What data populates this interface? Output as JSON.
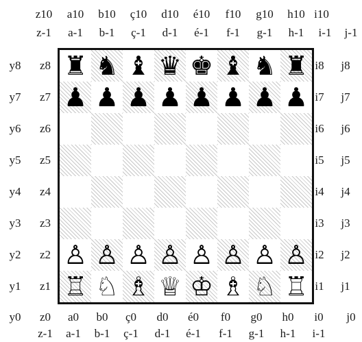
{
  "board": {
    "files_top": [
      "a10",
      "b10",
      "ç10",
      "d10",
      "é10",
      "f10",
      "g10",
      "h10"
    ],
    "top_left_corner": "z10",
    "top_right_corner": "i10",
    "files_top_inner": [
      "a-1",
      "b-1",
      "ç-1",
      "d-1",
      "é-1",
      "f-1",
      "g-1",
      "h-1"
    ],
    "top_inner_left": "z-1",
    "top_inner_right_1": "i-1",
    "top_inner_right_2": "j-1",
    "ranks_outer_left": [
      "y8",
      "y7",
      "y6",
      "y5",
      "y4",
      "y3",
      "y2",
      "y1"
    ],
    "ranks_inner_left": [
      "z8",
      "z7",
      "z6",
      "z5",
      "z4",
      "z3",
      "z2",
      "z1"
    ],
    "ranks_inner_right": [
      "i8",
      "i7",
      "i6",
      "i5",
      "i4",
      "i3",
      "i2",
      "i1"
    ],
    "ranks_outer_right": [
      "j8",
      "j7",
      "j6",
      "j5",
      "j4",
      "j3",
      "j2",
      "j1"
    ],
    "bottom_row": [
      "y0",
      "z0",
      "a0",
      "b0",
      "ç0",
      "d0",
      "é0",
      "f0",
      "g0",
      "h0",
      "i0",
      "j0"
    ],
    "bottom_row2": [
      "z-1",
      "a-1",
      "b-1",
      "ç-1",
      "d-1",
      "é-1",
      "f-1",
      "g-1",
      "h-1",
      "i-1"
    ],
    "position": [
      [
        "♜",
        "♞",
        "♝",
        "♛",
        "♚",
        "♝",
        "♞",
        "♜"
      ],
      [
        "♟",
        "♟",
        "♟",
        "♟",
        "♟",
        "♟",
        "♟",
        "♟"
      ],
      [
        "",
        "",
        "",
        "",
        "",
        "",
        "",
        ""
      ],
      [
        "",
        "",
        "",
        "",
        "",
        "",
        "",
        ""
      ],
      [
        "",
        "",
        "",
        "",
        "",
        "",
        "",
        ""
      ],
      [
        "",
        "",
        "",
        "",
        "",
        "",
        "",
        ""
      ],
      [
        "♙",
        "♙",
        "♙",
        "♙",
        "♙",
        "♙",
        "♙",
        "♙"
      ],
      [
        "♖",
        "♘",
        "♗",
        "♕",
        "♔",
        "♗",
        "♘",
        "♖"
      ]
    ],
    "piece_names": {
      "♜": "black-rook-icon",
      "♞": "black-knight-icon",
      "♝": "black-bishop-icon",
      "♛": "black-queen-icon",
      "♚": "black-king-icon",
      "♟": "black-pawn-icon",
      "♖": "white-rook-icon",
      "♘": "white-knight-icon",
      "♗": "white-bishop-icon",
      "♕": "white-queen-icon",
      "♔": "white-king-icon",
      "♙": "white-pawn-icon"
    },
    "colors": {
      "border": "#111111",
      "hatch": "#c8c8c8",
      "light": "#ffffff"
    }
  }
}
